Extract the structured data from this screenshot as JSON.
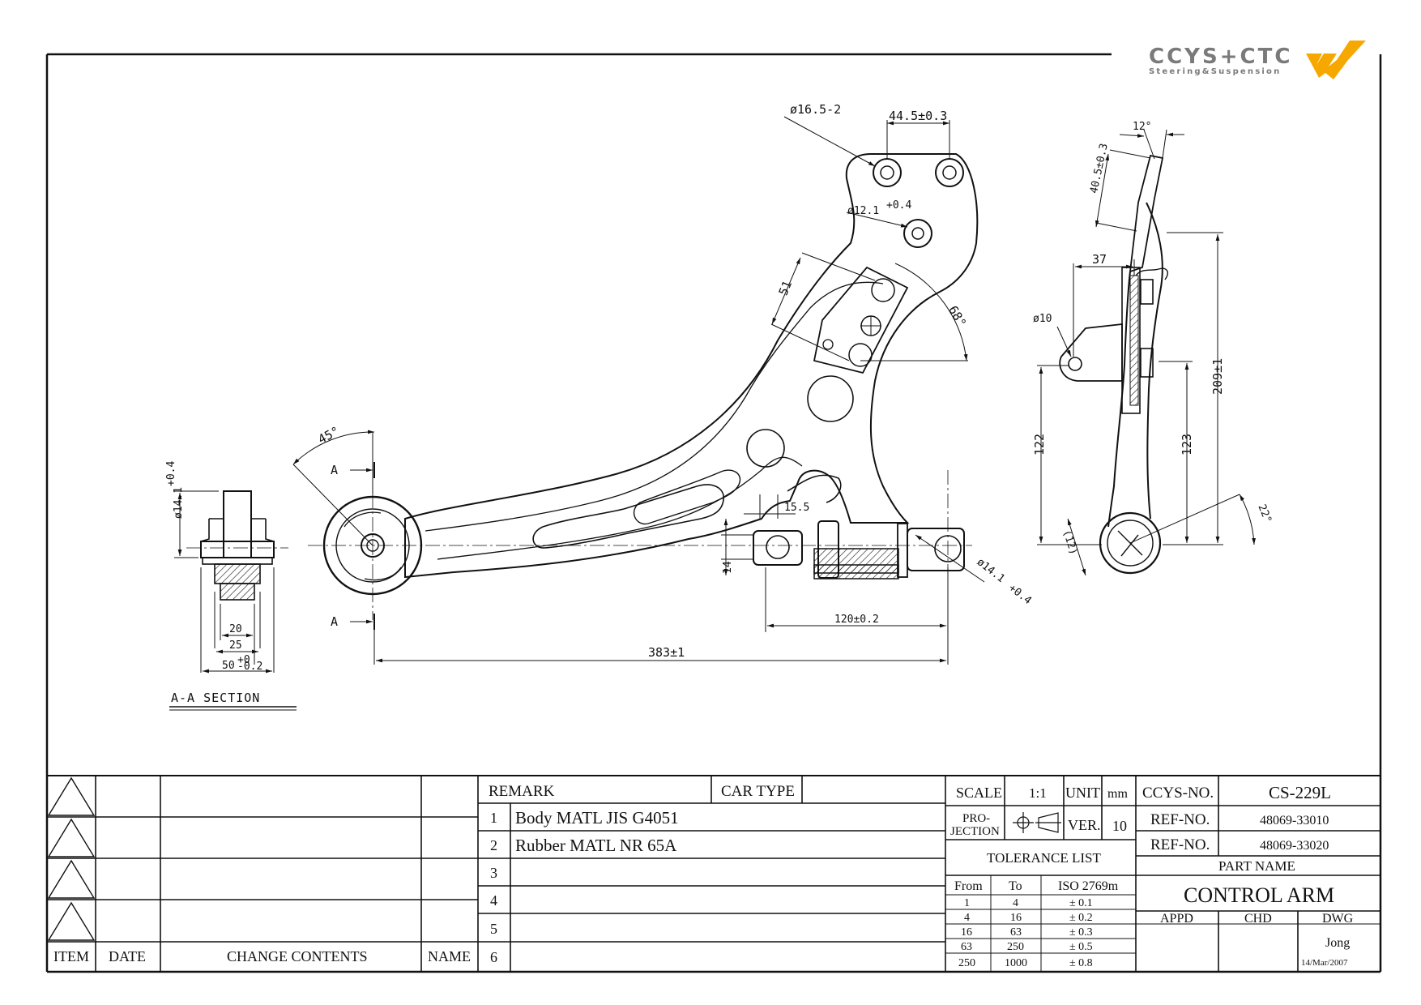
{
  "logo": {
    "brand": "CCYS+CTC",
    "tagline": "Steering&Suspension",
    "accent_color": "#f7a800",
    "brand_color": "#7a7a7a"
  },
  "drawing": {
    "dimensions": {
      "d_bolt_hole": "ø16.5-2",
      "hole_spacing": "44.5±0.3",
      "d_center_hole": "ø12.1",
      "d_center_hole_tol": "+0.4",
      "dim_51": "51",
      "angle_68": "68°",
      "angle_45": "45°",
      "section_mark_top": "A",
      "section_mark_bottom": "A",
      "dim_15_5": "15.5",
      "dim_14": "14",
      "d_bushing": "ø14.1",
      "d_bushing_tol": "+0.4",
      "dim_120": "120±0.2",
      "dim_383": "383±1",
      "sec_d": "ø14.1",
      "sec_d_tol": "+0.4",
      "sec_20": "20",
      "sec_25": "25",
      "sec_50": "50",
      "sec_50_tol_upper": "+0",
      "sec_50_tol_lower": "-0.2",
      "side_12deg": "12°",
      "side_40_5": "40.5±0.3",
      "side_37": "37",
      "side_d10": "ø10",
      "side_122": "122",
      "side_123": "123",
      "side_209": "209±1",
      "side_12": "(12)",
      "side_22deg": "22°"
    },
    "section_title": "A-A  SECTION"
  },
  "title_block": {
    "revision": {
      "headers": {
        "item": "ITEM",
        "date": "DATE",
        "change": "CHANGE CONTENTS",
        "name": "NAME"
      }
    },
    "remarks": {
      "header": "REMARK",
      "car_type_label": "CAR TYPE",
      "car_type_value": "",
      "rows": [
        {
          "n": "1",
          "text": "Body MATL JIS G4051"
        },
        {
          "n": "2",
          "text": "Rubber MATL NR 65A"
        },
        {
          "n": "3",
          "text": ""
        },
        {
          "n": "4",
          "text": ""
        },
        {
          "n": "5",
          "text": ""
        },
        {
          "n": "6",
          "text": ""
        }
      ]
    },
    "scale_label": "SCALE",
    "scale_value": "1:1",
    "unit_label": "UNIT",
    "unit_value": "mm",
    "projection_label_1": "PRO-",
    "projection_label_2": "JECTION",
    "ver_label": "VER.",
    "ver_value": "10",
    "tolerance": {
      "title": "TOLERANCE LIST",
      "headers": [
        "From",
        "To",
        "ISO 2769m"
      ],
      "rows": [
        [
          "1",
          "4",
          "± 0.1"
        ],
        [
          "4",
          "16",
          "± 0.2"
        ],
        [
          "16",
          "63",
          "± 0.3"
        ],
        [
          "63",
          "250",
          "± 0.5"
        ],
        [
          "250",
          "1000",
          "± 0.8"
        ]
      ]
    },
    "ccys_no_label": "CCYS-NO.",
    "ccys_no_value": "CS-229L",
    "ref1_label": "REF-NO.",
    "ref1_value": "48069-33010",
    "ref2_label": "REF-NO.",
    "ref2_value": "48069-33020",
    "part_name_label": "PART NAME",
    "part_name_value": "CONTROL ARM",
    "appd_label": "APPD",
    "chd_label": "CHD",
    "dwg_label": "DWG",
    "dwg_name": "Jong",
    "dwg_date": "14/Mar/2007"
  }
}
